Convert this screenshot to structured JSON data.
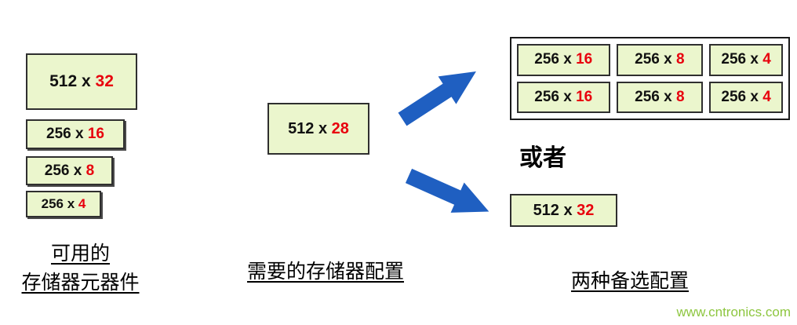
{
  "colors": {
    "box_fill": "#ebf6cd",
    "box_border": "#2f2f2f",
    "number_red": "#e8000d",
    "arrow_blue": "#1f5fc1",
    "watermark_green": "#8dc63f"
  },
  "available": {
    "items": [
      {
        "base": "512 x ",
        "bits": "32"
      },
      {
        "base": "256 x ",
        "bits": "16"
      },
      {
        "base": "256 x ",
        "bits": "8"
      },
      {
        "base": "256 x ",
        "bits": "4"
      }
    ],
    "caption_line1": "可用的",
    "caption_line2": "存储器元器件"
  },
  "required": {
    "box": {
      "base": "512 x ",
      "bits": "28"
    },
    "caption": "需要的存储器配置"
  },
  "alternatives": {
    "grid": [
      [
        {
          "base": "256 x ",
          "bits": "16"
        },
        {
          "base": "256 x ",
          "bits": "8"
        },
        {
          "base": "256 x ",
          "bits": "4"
        }
      ],
      [
        {
          "base": "256 x ",
          "bits": "16"
        },
        {
          "base": "256 x ",
          "bits": "8"
        },
        {
          "base": "256 x ",
          "bits": "4"
        }
      ]
    ],
    "or_label": "或者",
    "single": {
      "base": "512 x ",
      "bits": "32"
    },
    "caption": "两种备选配置"
  },
  "watermark": "www.cntronics.com"
}
